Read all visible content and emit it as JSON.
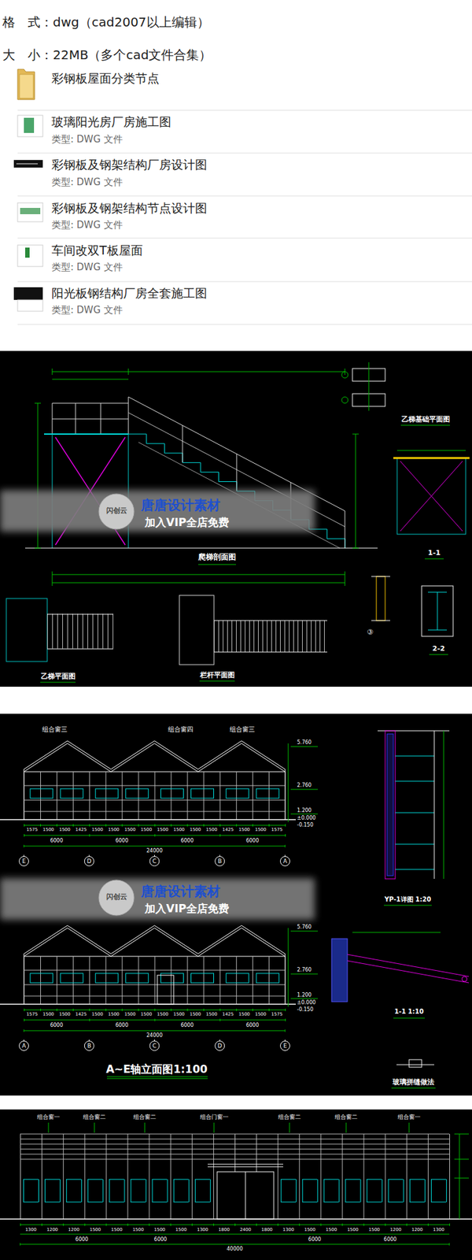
{
  "diagram": {
    "labels": [
      "格　式：dwg（cad2007以上编辑）",
      "大　小：22MB（多个cad文件合集）",
      "彩钢板屋面分类节点",
      "玻璃阳光房厂房施工图",
      "类型: DWG 文件",
      "彩钢板及钢架结构厂房设计图",
      "类型: DWG 文件",
      "彩钢板及钢架结构节点设计图",
      "类型: DWG 文件",
      "车间改双T板屋面",
      "类型: DWG 文件",
      "阳光板钢结构厂房全套施工图",
      "类型: DWG 文件",
      "爬梯剖面图",
      "乙梯基础平面图",
      "1-1",
      "乙梯平面图",
      "栏杆平面图",
      "2-2",
      "③",
      "闪创云",
      "唐唐设计素材",
      "加入VIP全店免费",
      "组合窗三",
      "组合窗四",
      "组合窗三",
      "5.760",
      "2.760",
      "1.200",
      "±0.000",
      "-0.150",
      "1575",
      "1500",
      "1500",
      "1425",
      "1500",
      "1500",
      "1500",
      "1500",
      "1500",
      "1500",
      "1500",
      "1500",
      "1425",
      "1500",
      "1500",
      "1575",
      "6000",
      "6000",
      "6000",
      "6000",
      "24000",
      "E",
      "D",
      "C",
      "B",
      "A",
      "闪创云",
      "唐唐设计素材",
      "加入VIP全店免费",
      "YP-1详图 1:20",
      "5.760",
      "2.760",
      "1.200",
      "±0.000",
      "-0.150",
      "1575",
      "1500",
      "1500",
      "1425",
      "1500",
      "1500",
      "1500",
      "1500",
      "1500",
      "1500",
      "1500",
      "1500",
      "1425",
      "1500",
      "1500",
      "1575",
      "6000",
      "6000",
      "6000",
      "6000",
      "24000",
      "A",
      "B",
      "C",
      "D",
      "E",
      "A~E轴立面图1:100",
      "1-1 1:10",
      "玻璃拼缝做法",
      "组合窗一",
      "组合窗二",
      "组合窗二",
      "组合门窗一",
      "组合窗二",
      "组合窗二",
      "组合窗一",
      "1300",
      "1200",
      "1200",
      "1500",
      "1500",
      "1500",
      "1500",
      "1500",
      "1300",
      "1800",
      "2400",
      "1800",
      "1300",
      "1500",
      "1500",
      "1500",
      "1500",
      "1200",
      "1200",
      "1300",
      "6000",
      "6000",
      "6000",
      "6000",
      "40000"
    ]
  }
}
